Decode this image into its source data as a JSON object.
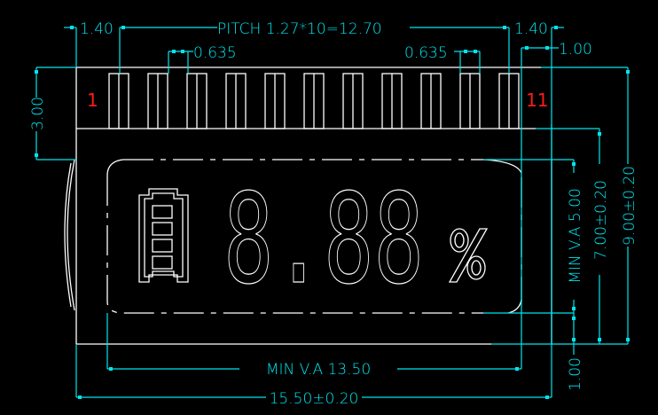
{
  "colors": {
    "background": "#000000",
    "outline": "#ffffff",
    "dimension": "#00e5ee",
    "pin_label": "#ff1a1a"
  },
  "pins": {
    "first": "1",
    "last": "11",
    "count": 11
  },
  "dimensions": {
    "left_margin": "1.40",
    "pitch": "PITCH 1.27*10=12.70",
    "right_margin": "1.40",
    "pin_width_left": "0.635",
    "pin_width_right": "0.635",
    "right_offset": "1.00",
    "pin_height": "3.00",
    "va_height": "MIN V.A 5.00",
    "glass_height": "7.00±0.20",
    "total_height": "9.00±0.20",
    "bottom_margin": "1.00",
    "va_width": "MIN V.A 13.50",
    "total_width": "15.50±0.20"
  },
  "display": {
    "digits": "8.88",
    "unit": "%",
    "icon": "battery-icon",
    "battery_bars": 4
  }
}
